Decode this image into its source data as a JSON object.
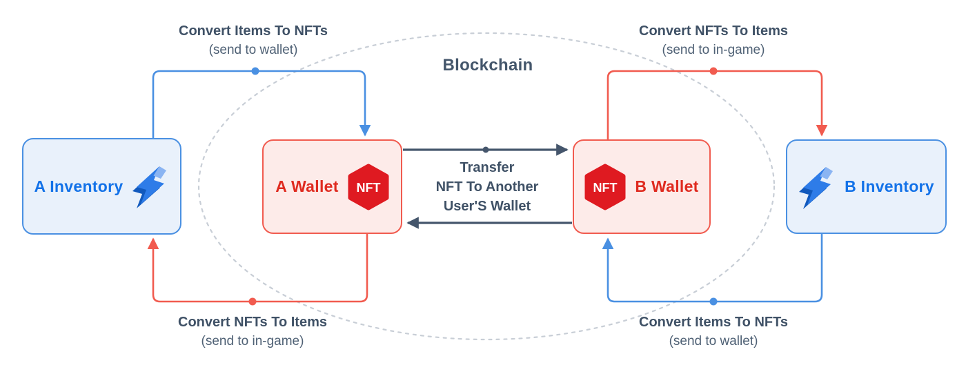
{
  "diagram": {
    "title": "Blockchain",
    "nodes": {
      "a_inventory": {
        "label": "A Inventory"
      },
      "a_wallet": {
        "label": "A Wallet",
        "badge": "NFT"
      },
      "b_wallet": {
        "label": "B Wallet",
        "badge": "NFT"
      },
      "b_inventory": {
        "label": "B Inventory"
      }
    },
    "flows": {
      "top_left": {
        "title": "Convert Items To NFTs",
        "subtitle": "(send to wallet)"
      },
      "top_right": {
        "title": "Convert NFTs To Items",
        "subtitle": "(send to in-game)"
      },
      "bottom_left": {
        "title": "Convert NFTs To Items",
        "subtitle": "(send to in-game)"
      },
      "bottom_right": {
        "title": "Convert Items To NFTs",
        "subtitle": "(send to wallet)"
      },
      "transfer": {
        "line1": "Transfer",
        "line2": "NFT To Another",
        "line3": "User'S Wallet"
      }
    },
    "icons": {
      "inventory_icon": "lightning-icon",
      "wallet_badge_icon": "nft-hexagon-icon"
    },
    "colors": {
      "blue_line": "#4A90E2",
      "blue_text": "#1372E8",
      "blue_fill": "#E9F1FB",
      "red_line": "#F15B4F",
      "red_text": "#DF2A1F",
      "red_fill": "#FDEBE9",
      "nft_badge_red": "#DF1A21",
      "dark_arrow": "#45566C",
      "label_dark": "#3F5166",
      "ellipse_gray": "#C8CED6"
    }
  }
}
